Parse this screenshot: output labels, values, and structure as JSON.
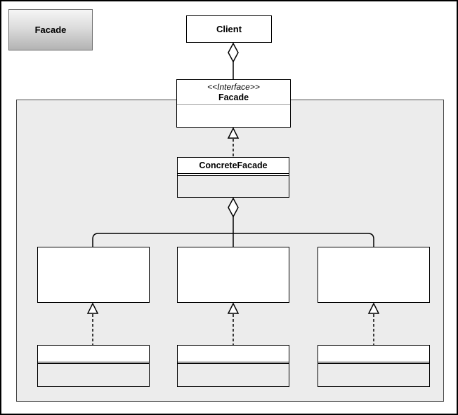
{
  "diagram": {
    "pattern_label": {
      "text": "Facade"
    },
    "client": {
      "name": "Client"
    },
    "facade_interface": {
      "stereotype": "<<Interface>>",
      "name": "Facade"
    },
    "concrete_facade": {
      "name": "ConcreteFacade"
    },
    "subsystem_classes": [
      {
        "label": ""
      },
      {
        "label": ""
      },
      {
        "label": ""
      }
    ],
    "helper_classes": [
      {
        "label": ""
      },
      {
        "label": ""
      },
      {
        "label": ""
      }
    ],
    "connectors": {
      "client_to_facade": "aggregation",
      "concrete_to_facade": "realization",
      "concrete_to_subsystems": "aggregation-branch",
      "helpers_to_subsystems": "realization"
    },
    "colors": {
      "canvas_background": "#ffffff",
      "canvas_border": "#000000",
      "container_fill": "#ececec",
      "container_border": "#474747",
      "shape_fill": "#ffffff",
      "shape_border": "#000000",
      "gradient_top": "#f6f6f6",
      "gradient_bottom": "#b3b3b3",
      "gradient_border": "#6e6e6e",
      "divider": "#999999"
    }
  }
}
